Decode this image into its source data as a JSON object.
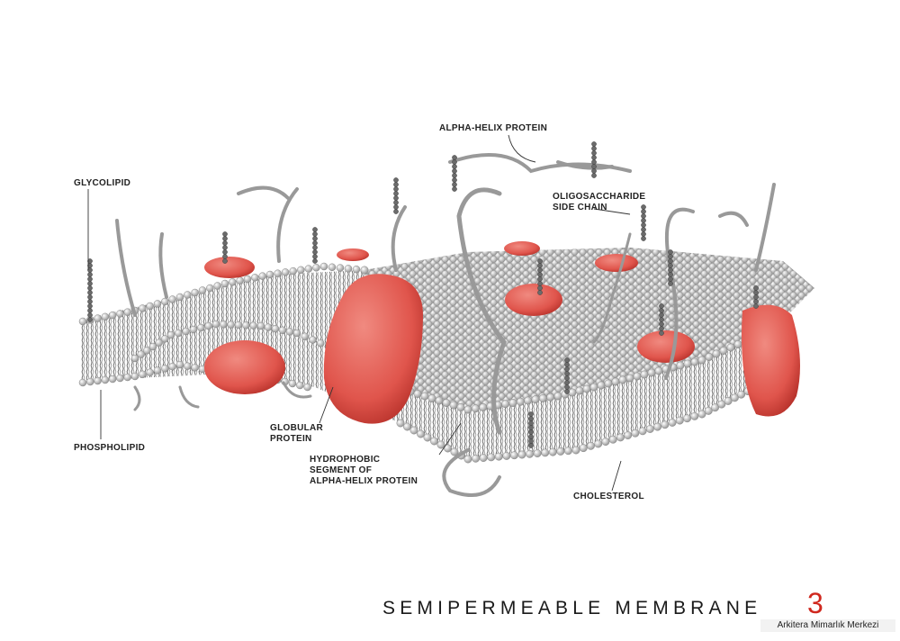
{
  "labels": {
    "glycolipid": "GLYCOLIPID",
    "phospholipid": "PHOSPHOLIPID",
    "alpha_helix_protein": "ALPHA-HELIX PROTEIN",
    "oligosaccharide": "OLIGOSACCHARIDE\nSIDE CHAIN",
    "globular_protein": "GLOBULAR\nPROTEIN",
    "hydrophobic_segment": "HYDROPHOBIC\nSEGMENT OF\nALPHA-HELIX PROTEIN",
    "cholesterol": "CHOLESTEROL"
  },
  "footer": {
    "title": "SEMIPERMEABLE MEMBRANE",
    "number": "3",
    "credit": "Arkitera Mimarlık Merkezi"
  },
  "colors": {
    "protein": "#e0554c",
    "protein_dark": "#b9332c",
    "head": "#d8d8d8",
    "tail": "#555555",
    "slide_number": "#d0281e"
  }
}
